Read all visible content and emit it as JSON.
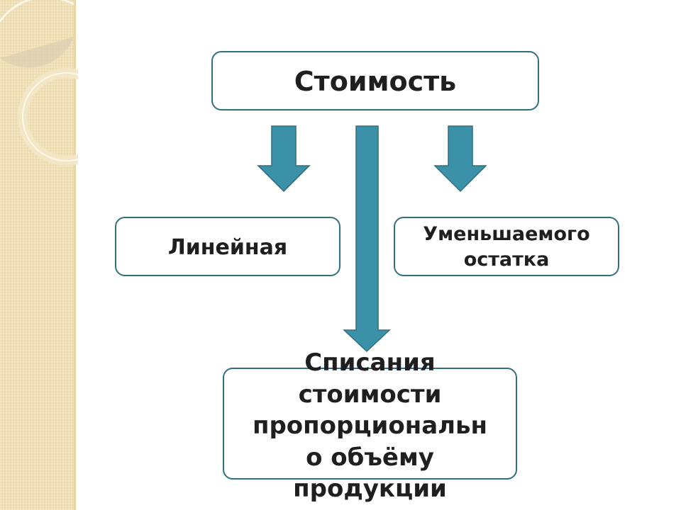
{
  "diagram": {
    "top": {
      "text": "Стоимость"
    },
    "left": {
      "text": "Линейная"
    },
    "right": {
      "line1": "Уменьшаемого",
      "line2": "остатка"
    },
    "bottom": {
      "line1": "Списания",
      "line2": "стоимости",
      "line3": "пропорциональн",
      "line4": "о объёму",
      "line5": "продукции"
    }
  },
  "colors": {
    "box_border": "#31707e",
    "arrow_fill": "#3b92a8",
    "arrow_stroke": "#2d6f80",
    "panel": "#ecd9a9"
  }
}
